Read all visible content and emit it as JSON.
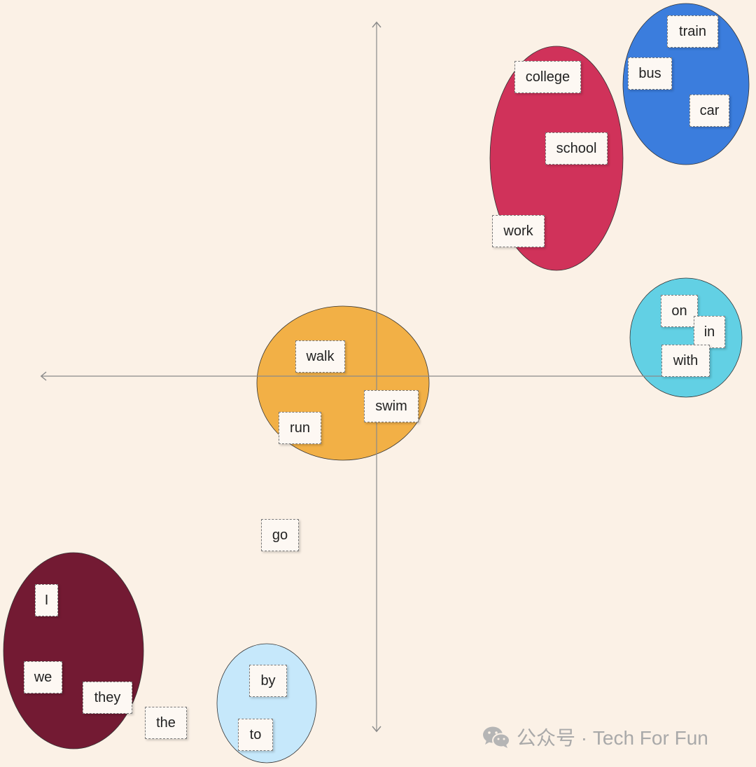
{
  "diagram": {
    "words": {
      "college": "college",
      "school": "school",
      "work": "work",
      "train": "train",
      "bus": "bus",
      "car": "car",
      "on": "on",
      "in": "in",
      "with": "with",
      "walk": "walk",
      "swim": "swim",
      "run": "run",
      "go": "go",
      "I": "I",
      "we": "we",
      "they": "they",
      "the": "the",
      "by": "by",
      "to": "to"
    },
    "clusters": {
      "education": {
        "color": "#d0325a"
      },
      "transport": {
        "color": "#3b7ddd"
      },
      "prepositions": {
        "color": "#62d0e4"
      },
      "movement": {
        "color": "#f2b046"
      },
      "pronouns": {
        "color": "#731a33"
      },
      "function_words": {
        "color": "#c6e8fb"
      }
    },
    "axis_color": "#8a8a8a"
  },
  "watermark": {
    "icon": "wechat-icon",
    "text": "公众号 · Tech For Fun"
  }
}
